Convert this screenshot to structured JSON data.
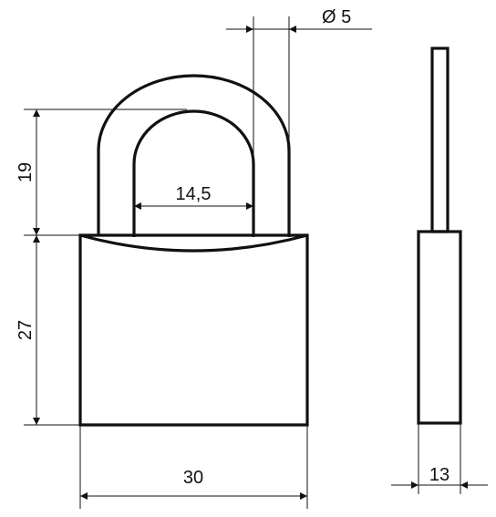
{
  "dimensions": {
    "shackle_diameter": "Ø 5",
    "shackle_height": "19",
    "shackle_inner_width": "14,5",
    "body_height": "27",
    "body_width": "30",
    "body_thickness": "13"
  }
}
